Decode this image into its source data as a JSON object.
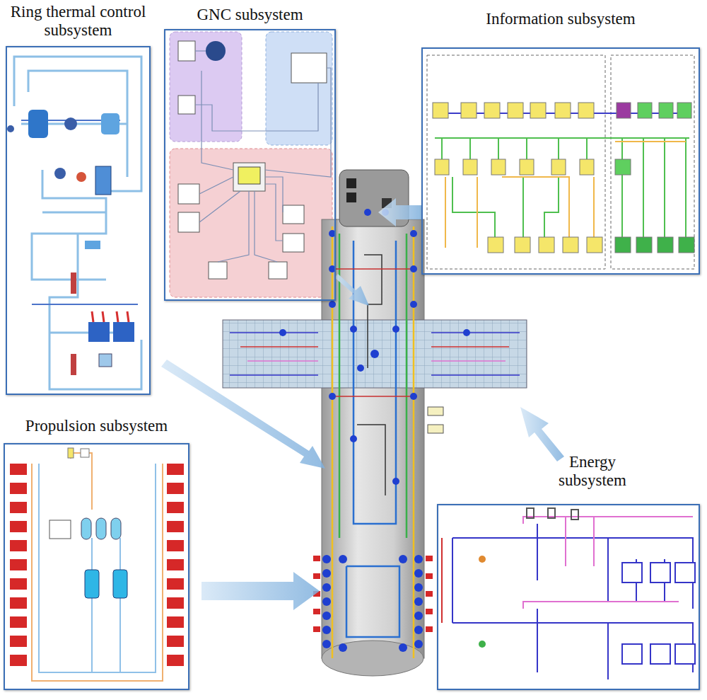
{
  "diagram": {
    "nodes": [
      {
        "text": [
          "Ring thermal control subsystem"
        ]
      },
      {
        "text": [
          "GNC subsystem"
        ]
      },
      {
        "text": [
          "Information subsystem"
        ]
      },
      {
        "text": [
          "Propulsion subsystem"
        ]
      },
      {
        "text": [
          "Energy subsystem"
        ]
      }
    ]
  }
}
